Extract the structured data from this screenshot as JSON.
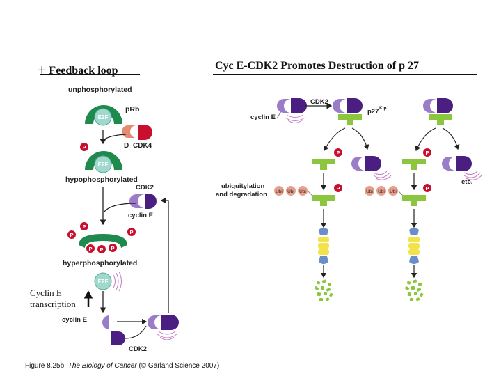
{
  "left_panel": {
    "plus_sign": "+",
    "title": "Feedback loop",
    "labels": {
      "unphosphorylated": "unphosphorylated",
      "e2f": "E2F",
      "prb": "pRb",
      "d": "D",
      "cdk4": "CDK4",
      "hypophosphorylated": "hypophosphorylated",
      "cdk2": "CDK2",
      "cyclin_e": "cyclin E",
      "p": "P",
      "hyperphosphorylated": "hyperphosphorylated",
      "cyclin_e_bottom": "cyclin E",
      "cdk2_bottom": "CDK2"
    },
    "transcription_line1": "Cyclin E",
    "transcription_line2": "transcription"
  },
  "right_panel": {
    "title": "Cyc E-CDK2 Promotes Destruction of p 27",
    "labels": {
      "cdk2": "CDK2",
      "cyclin_e": "cyclin E",
      "p27": "p27",
      "kip1": "Kip1",
      "p": "P",
      "ubiquitylation": "ubiquitylation",
      "and_degradation": "and degradation",
      "ubi": "Ubi",
      "etc": "etc."
    }
  },
  "caption": {
    "prefix": "Figure 8.25b",
    "book": "The Biology of Cancer",
    "suffix": "(© Garland Science 2007)"
  },
  "colors": {
    "e2f": "#9fd8cc",
    "prb": "#1e8a4e",
    "cdk2": "#4b1e82",
    "cyclin_e": "#9a7cc8",
    "cyclin_d": "#e38a72",
    "cdk4": "#c8102e",
    "phosphate": "#c8102e",
    "p27": "#8cc63f",
    "ubiquitin": "#e8a08c",
    "proteasome": "#f2e34a"
  }
}
